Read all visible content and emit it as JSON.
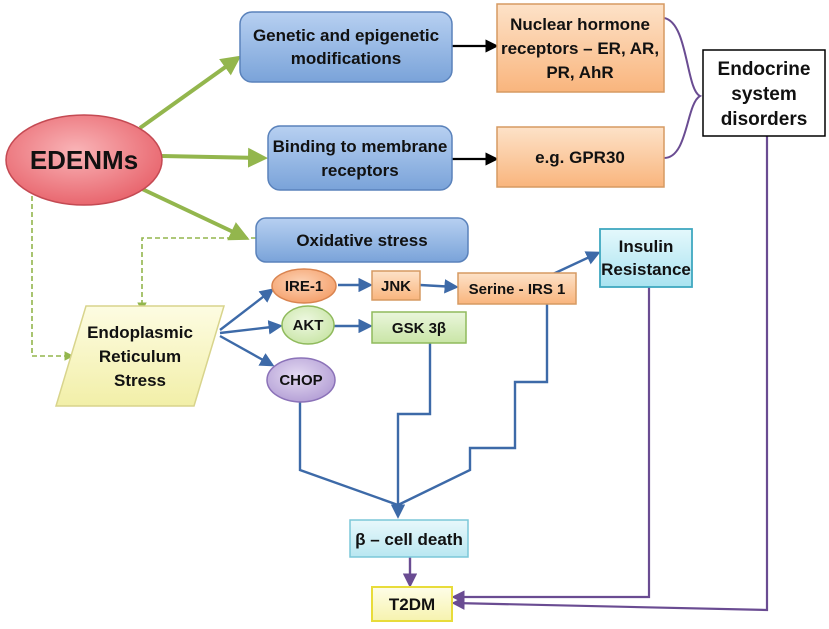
{
  "nodes": {
    "edenms": "EDENMs",
    "genetic": [
      "Genetic and epigenetic",
      "modifications"
    ],
    "nuclear": [
      "Nuclear hormone",
      "receptors – ER, AR,",
      "PR, AhR"
    ],
    "binding": [
      "Binding to membrane",
      "receptors"
    ],
    "gpr30": "e.g. GPR30",
    "endocrine": [
      "Endocrine",
      "system",
      "disorders"
    ],
    "oxidative": "Oxidative stress",
    "er_stress": [
      "Endoplasmic",
      "Reticulum",
      "Stress"
    ],
    "ire1": "IRE-1",
    "jnk": "JNK",
    "serine": "Serine - IRS 1",
    "insulin": [
      "Insulin",
      "Resistance"
    ],
    "akt": "AKT",
    "gsk": "GSK 3β",
    "chop": "CHOP",
    "beta": "β – cell death",
    "t2dm": "T2DM"
  },
  "colors": {
    "blue_box": "#8fb4e3",
    "orange_box": "#fbcb9f",
    "pink_ellipse": "#f07e84",
    "yellow_box": "#f9f7c5",
    "cyan_box": "#c6eef6",
    "green_box": "#dbeec1",
    "purple_ellipse": "#c6b4df",
    "orange_ellipse": "#f7b185",
    "green_arrow": "#93b64d",
    "blue_arrow": "#3d6aa8",
    "purple_arrow": "#6a4c92",
    "black_arrow": "#000000"
  }
}
